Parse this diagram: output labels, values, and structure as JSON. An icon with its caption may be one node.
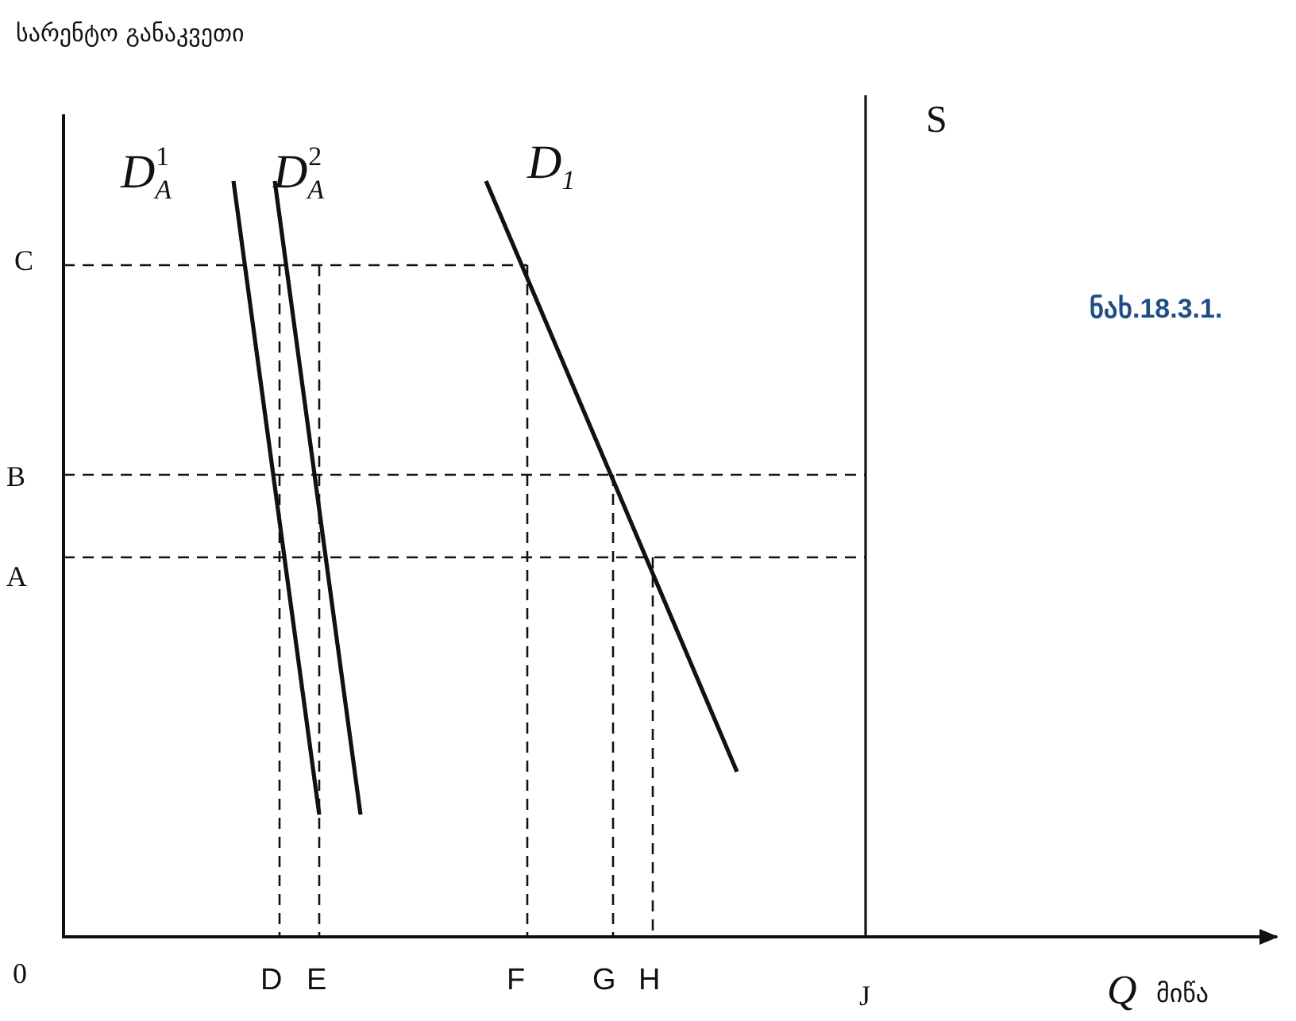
{
  "diagram": {
    "caption": "ნახ.18.3.1.",
    "labels": [
      "სარენტო განაკვეთი",
      "D$_{A}$$^{1}$",
      "D$_{A}$$^{2}$",
      "D$_{1}$",
      "S",
      "C",
      "B",
      "A",
      "0",
      "D",
      "E",
      "F",
      "G",
      "H",
      "J",
      "Q",
      "მიწა"
    ]
  }
}
